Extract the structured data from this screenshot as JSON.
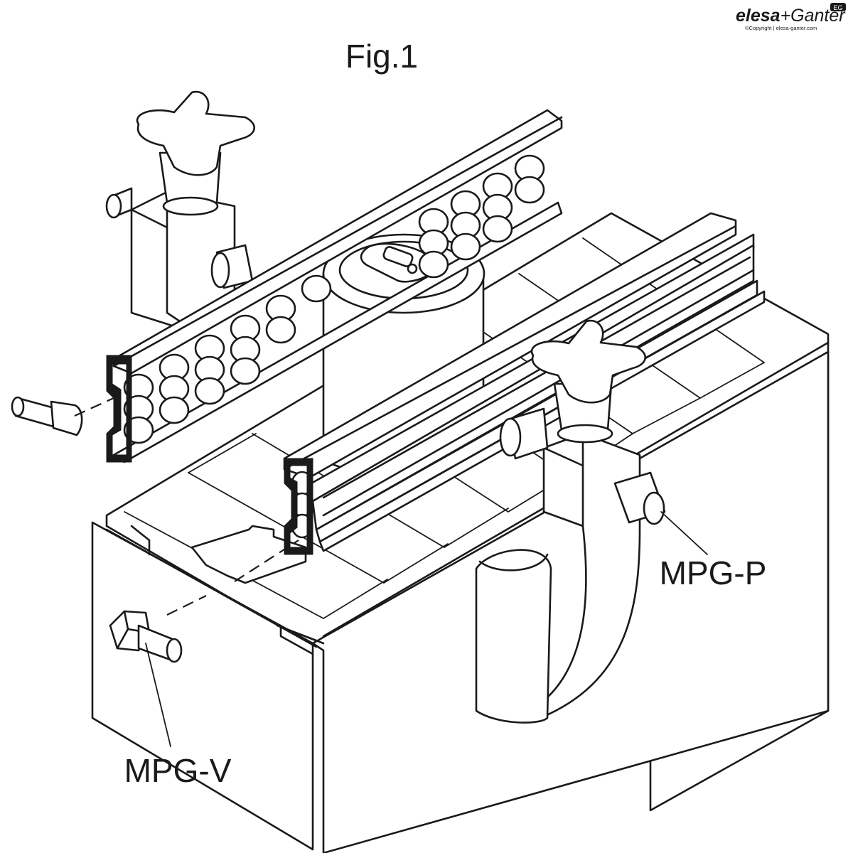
{
  "figure": {
    "title": "Fig.1",
    "callouts": [
      {
        "id": "mpg-p",
        "label": "MPG-P"
      },
      {
        "id": "mpg-v",
        "label": "MPG-V"
      }
    ]
  },
  "brand": {
    "name_part1": "elesa",
    "name_part2": "+Ganter",
    "badge": "EG",
    "copyright": "©Copyright | elesa-ganter.com"
  },
  "colors": {
    "line": "#1a1a1a",
    "background": "#ffffff"
  }
}
